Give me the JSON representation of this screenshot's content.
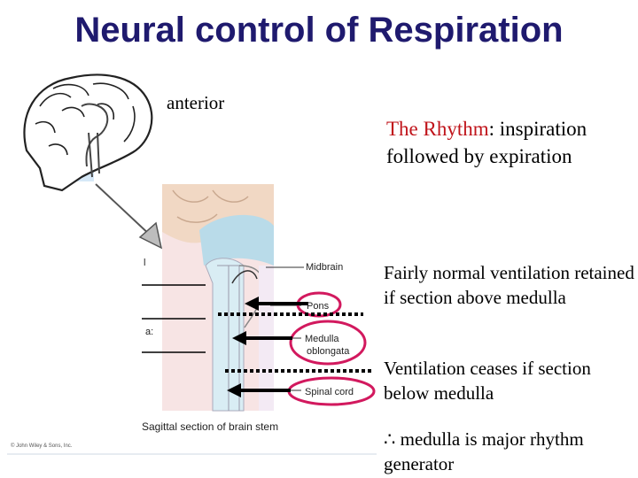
{
  "title": "Neural control of Respiration",
  "anterior_label": "anterior",
  "rhythm_heading": "The Rhythm",
  "rhythm_colon": ":",
  "rhythm_body": "inspiration followed by expiration",
  "bullets": [
    "Fairly normal  ventilation retained if section above medulla",
    "Ventilation ceases if section below medulla",
    "∴ medulla is major rhythm generator"
  ],
  "figure": {
    "labels": {
      "midbrain": "Midbrain",
      "pons": "Pons",
      "medulla_line1": "Medulla",
      "medulla_line2": "oblongata",
      "spinal_cord": "Spinal cord"
    },
    "caption": "Sagittal section of brain stem",
    "copyright": "© John Wiley & Sons, Inc.",
    "colors": {
      "highlight_ellipse": "#d2195e",
      "arrow": "#000000",
      "section_line": "#000000",
      "title": "#1f1a6e",
      "accent_text": "#c0141b"
    }
  }
}
